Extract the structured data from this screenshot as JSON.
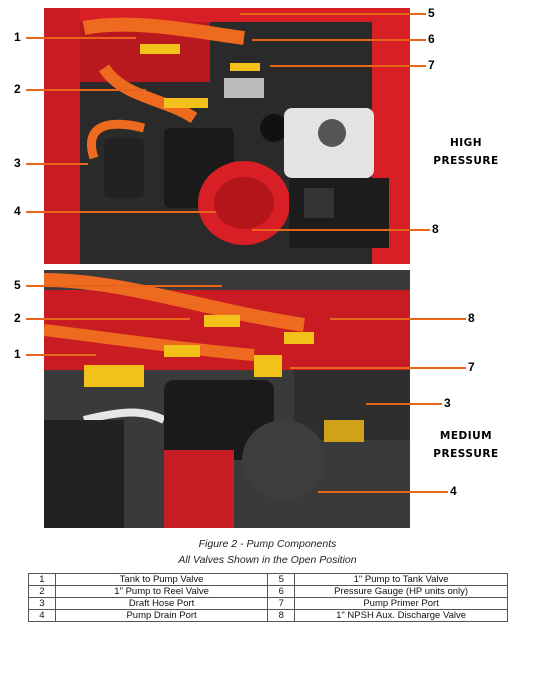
{
  "figure": {
    "title": "Figure 2 - Pump Components",
    "subtitle": "All Valves Shown in the Open Position"
  },
  "labels": {
    "high": [
      "HIGH",
      "PRESSURE"
    ],
    "medium": [
      "MEDIUM",
      "PRESSURE"
    ]
  },
  "callouts_top": [
    "1",
    "2",
    "3",
    "4",
    "5",
    "6",
    "7",
    "8"
  ],
  "callouts_bottom": [
    "5",
    "2",
    "1",
    "8",
    "7",
    "3",
    "4"
  ],
  "legend": [
    {
      "n1": "1",
      "d1": "Tank to Pump Valve",
      "n2": "5",
      "d2": "1\" Pump to Tank Valve"
    },
    {
      "n1": "2",
      "d1": "1\" Pump to Reel Valve",
      "n2": "6",
      "d2": "Pressure Gauge (HP units only)"
    },
    {
      "n1": "3",
      "d1": "Draft Hose Port",
      "n2": "7",
      "d2": "Pump Primer Port"
    },
    {
      "n1": "4",
      "d1": "Pump Drain Port",
      "n2": "8",
      "d2": "1\" NPSH Aux. Discharge Valve"
    }
  ],
  "colors": {
    "callout_line": "#e8641b",
    "frame_red": "#d81f26",
    "hose_orange": "#ee6a1e",
    "valve_yellow": "#f2c21a"
  }
}
